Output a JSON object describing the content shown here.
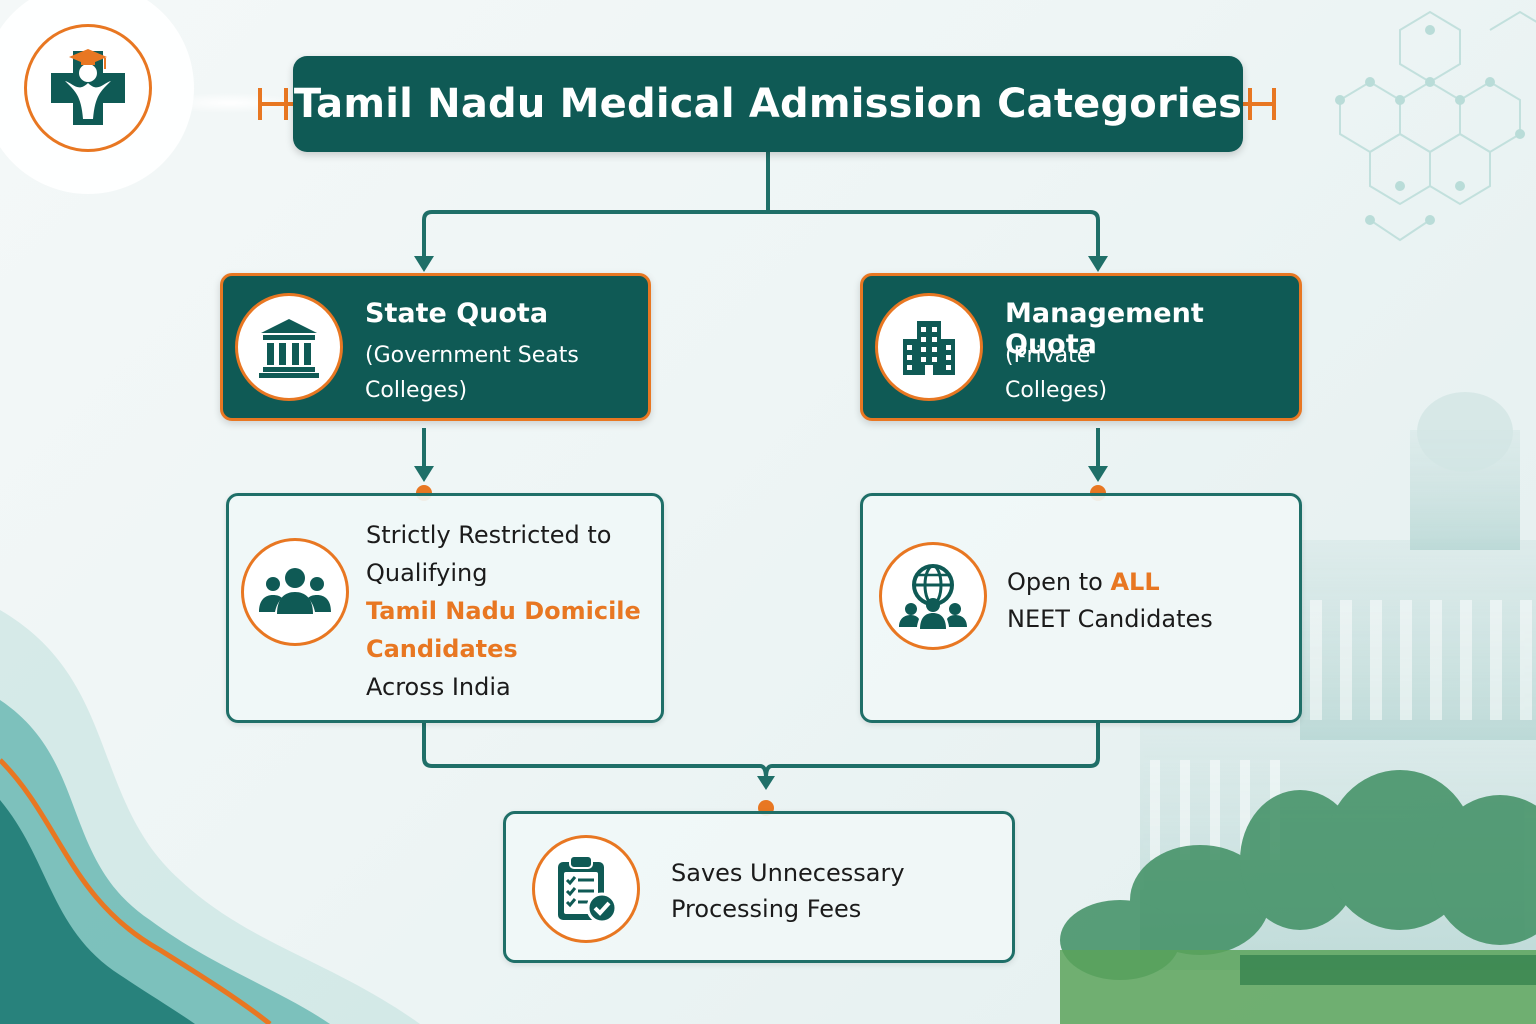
{
  "title": "Tamil Nadu Medical Admission Categories",
  "colors": {
    "primary": "#0f5a55",
    "accent": "#e87722",
    "box_border": "#1f6f68"
  },
  "icons": {
    "logo": "medical-cross-graduate-logo-icon",
    "state": "government-building-icon",
    "management": "office-building-icon",
    "domicile": "people-group-icon",
    "open": "globe-people-icon",
    "fees": "clipboard-check-icon"
  },
  "state_quota": {
    "title": "State Quota",
    "sub_line1": "(Government Seats",
    "sub_line2": "Colleges)"
  },
  "management_quota": {
    "title": "Management Quota",
    "sub_line1": "(Private",
    "sub_line2": "Colleges)"
  },
  "state_detail": {
    "line1": "Strictly Restricted to",
    "line2": "Qualifying",
    "highlight1": "Tamil Nadu Domicile",
    "highlight2": "Candidates",
    "line3": "Across India"
  },
  "management_detail": {
    "prefix": "Open to ",
    "highlight": "ALL",
    "line2": "NEET Candidates"
  },
  "fees": {
    "line1": "Saves Unnecessary",
    "line2": "Processing Fees"
  }
}
